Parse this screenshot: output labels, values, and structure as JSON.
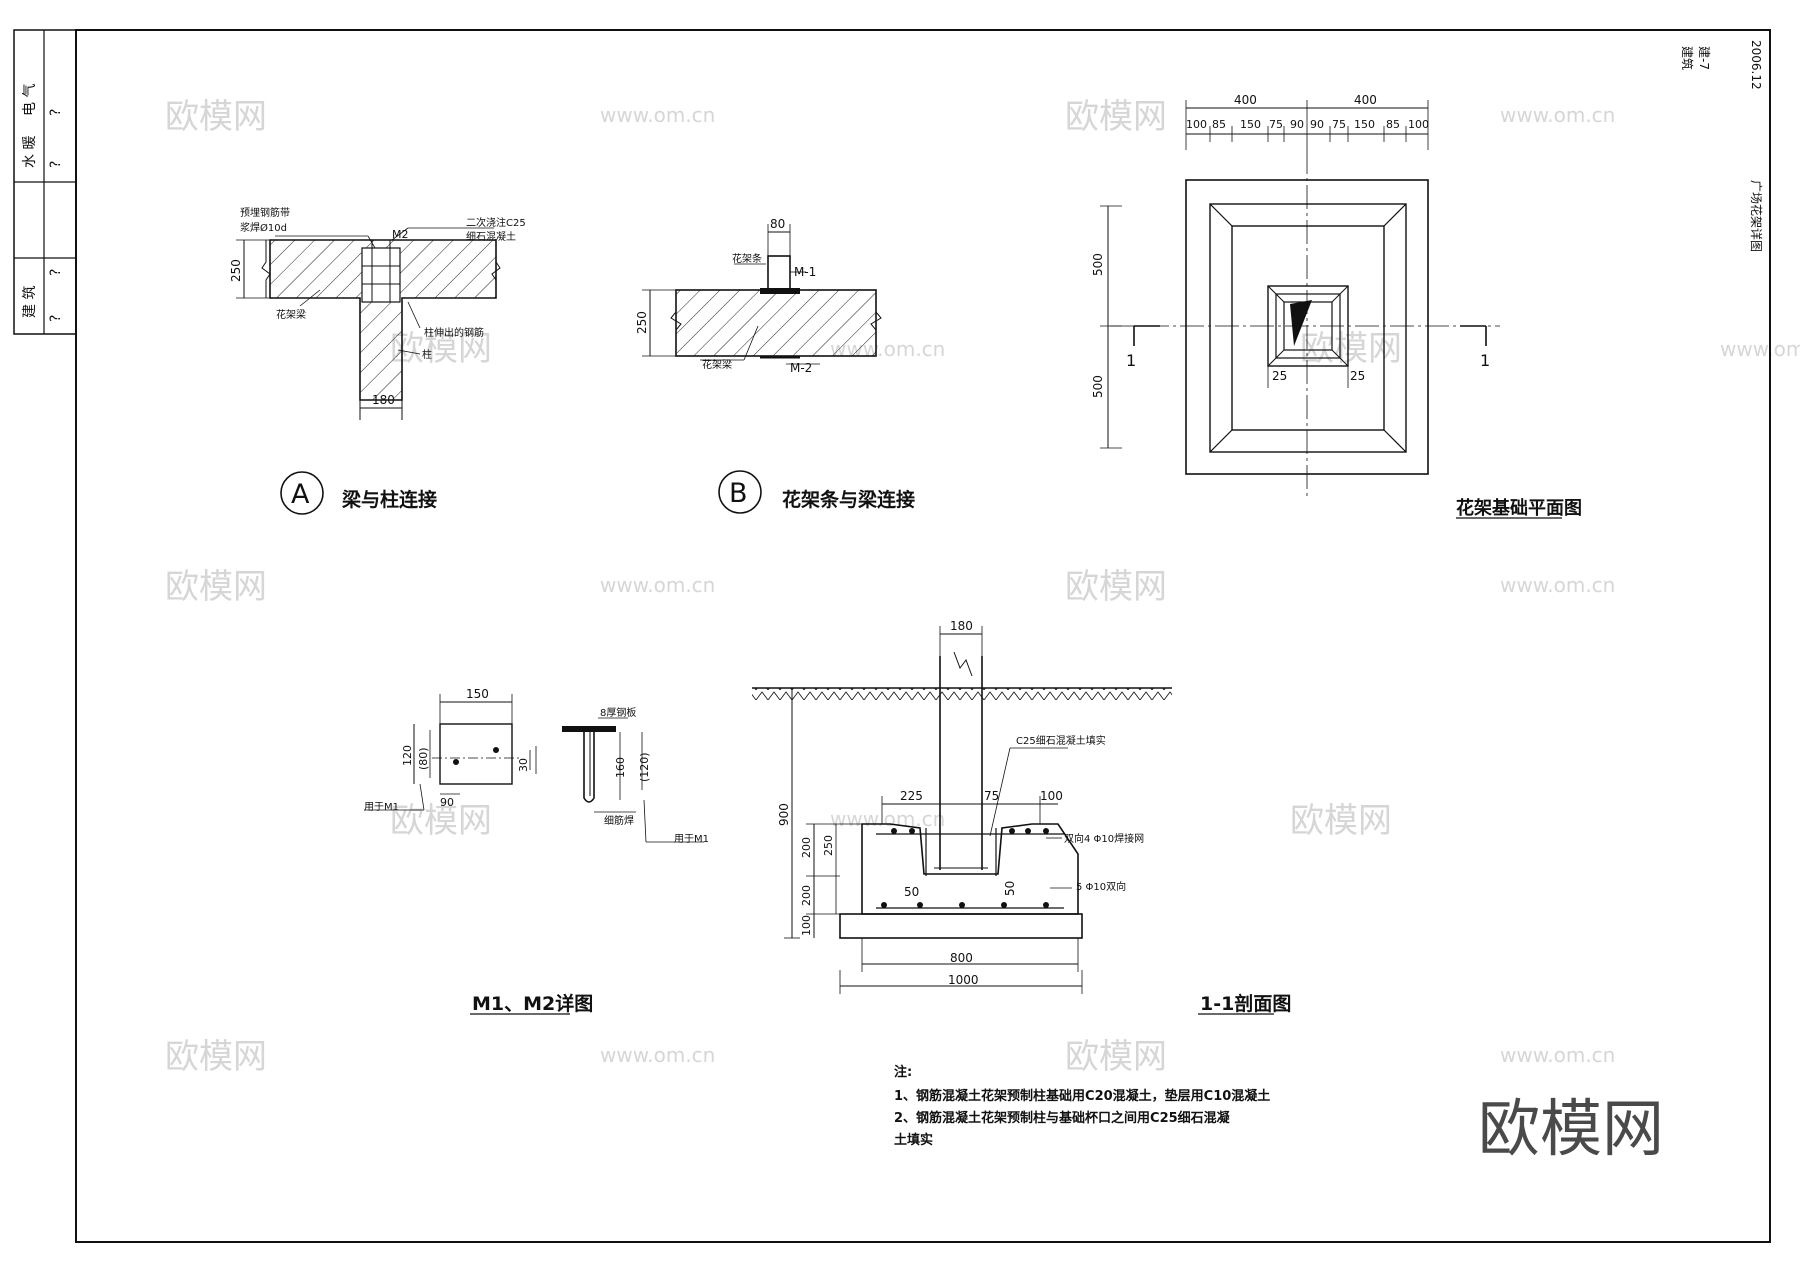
{
  "title_block_left": {
    "discipline_1": "电 气",
    "discipline_1_mark": "?",
    "discipline_2": "水 暖",
    "discipline_2_mark": "?",
    "discipline_3": "建 筑",
    "discipline_3_mark": "?",
    "discipline_4_mark": "?"
  },
  "title_block_right": {
    "discipline": "建筑",
    "sheet_no": "建-7",
    "date": "2006.12",
    "drawing_title": "广场花架详图"
  },
  "detail_a": {
    "circle": "A",
    "title": "梁与柱连接",
    "note_top_left_1": "预埋钢筋带",
    "note_top_left_2": "浆焊Ø10d",
    "note_m2": "M2",
    "note_top_right_1": "二次浇注C25",
    "note_top_right_2": "细石混凝土",
    "note_left": "花架梁",
    "note_right": "柱伸出的钢筋",
    "note_column": "柱",
    "dim_height": "250",
    "dim_width": "180"
  },
  "detail_b": {
    "circle": "B",
    "title": "花架条与梁连接",
    "note_strip": "花架条",
    "note_beam": "花架梁",
    "note_m1": "M-1",
    "note_m2": "M-2",
    "dim_top": "80",
    "dim_height": "250"
  },
  "plan": {
    "title": "花架基础平面图",
    "dim_400_left": "400",
    "dim_400_right": "400",
    "dims_top": [
      "100",
      "85",
      "150",
      "75",
      "90",
      "90",
      "75",
      "150",
      "85",
      "100"
    ],
    "dim_500_top": "500",
    "dim_500_bottom": "500",
    "dim_25_left": "25",
    "dim_25_right": "25",
    "section_mark_left": "1",
    "section_mark_right": "1"
  },
  "m_detail": {
    "title": "M1、M2详图",
    "dim_150": "150",
    "dim_120": "120",
    "dim_80": "(80)",
    "dim_90": "90",
    "dim_30": "30",
    "dim_160": "160",
    "dim_120b": "(120)",
    "note_plate": "8厚钢板",
    "note_for_m1_a": "用于M1",
    "note_for_m1_b": "用于M1",
    "note_anchor": "细筋焊"
  },
  "section": {
    "title": "1-1剖面图",
    "dim_180": "180",
    "dim_900": "900",
    "dim_225": "225",
    "dim_75": "75",
    "dim_100": "100",
    "dim_200a": "200",
    "dim_250": "250",
    "dim_200b": "200",
    "dim_100b": "100",
    "dim_50a": "50",
    "dim_50b": "50",
    "dim_800": "800",
    "dim_1000": "1000",
    "note_grout": "C25细石混凝土填实",
    "note_rebar_1": "双向4 Φ10焊接网",
    "note_rebar_2": "5 Φ10双向"
  },
  "notes": {
    "heading": "注:",
    "line1": "1、钢筋混凝土花架预制柱基础用C20混凝土，垫层用C10混凝土",
    "line2": "2、钢筋混凝土花架预制柱与基础杯口之间用C25细石混凝",
    "line3": "土填实"
  },
  "watermark": {
    "logo": "欧模网",
    "url": "www.om.cn"
  }
}
